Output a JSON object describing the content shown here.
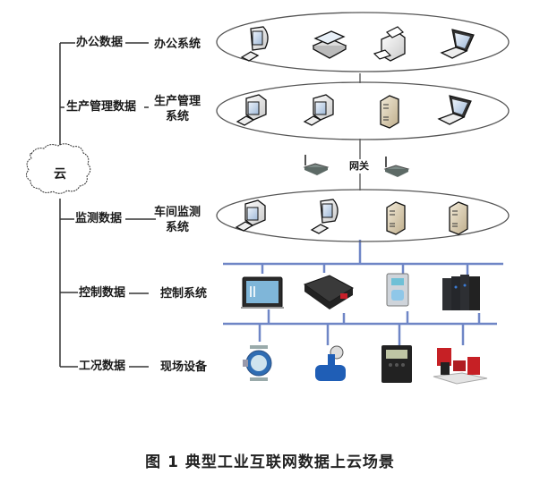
{
  "cloud": {
    "label": "云"
  },
  "branches": [
    {
      "data_label": "办公数据",
      "system_label": "办公系统"
    },
    {
      "data_label": "生产管理数据",
      "system_label": "生产管理系统"
    },
    {
      "data_label": "监测数据",
      "system_label": "车间监测系统"
    },
    {
      "data_label": "控制数据",
      "system_label": "控制系统"
    },
    {
      "data_label": "工况数据",
      "system_label": "现场设备"
    }
  ],
  "system_label_lines": {
    "office": [
      "办公系统"
    ],
    "production": [
      "生产管理",
      "系统"
    ],
    "monitor": [
      "车间监测",
      "系统"
    ],
    "control": [
      "控制系统"
    ],
    "field": [
      "现场设备"
    ]
  },
  "gateway": {
    "label": "网关"
  },
  "layers": {
    "office": [
      "desktop-computer",
      "scanner",
      "printer",
      "laptop"
    ],
    "production": [
      "desktop-computer",
      "desktop-computer",
      "server-tower",
      "laptop"
    ],
    "monitor": [
      "desktop-computer",
      "desktop-computer",
      "server-tower",
      "server-tower"
    ],
    "control": [
      "hmi-touch-panel",
      "plc-controller",
      "wall-mounted-analyzer",
      "rack-controller"
    ],
    "field": [
      "flow-meter",
      "electromagnetic-flowmeter",
      "digital-timer",
      "machine-tool"
    ]
  },
  "colors": {
    "bus_line": "#6f86c6",
    "line": "#333333",
    "ellipse": "#555555"
  },
  "caption": "图 1 典型工业互联网数据上云场景"
}
